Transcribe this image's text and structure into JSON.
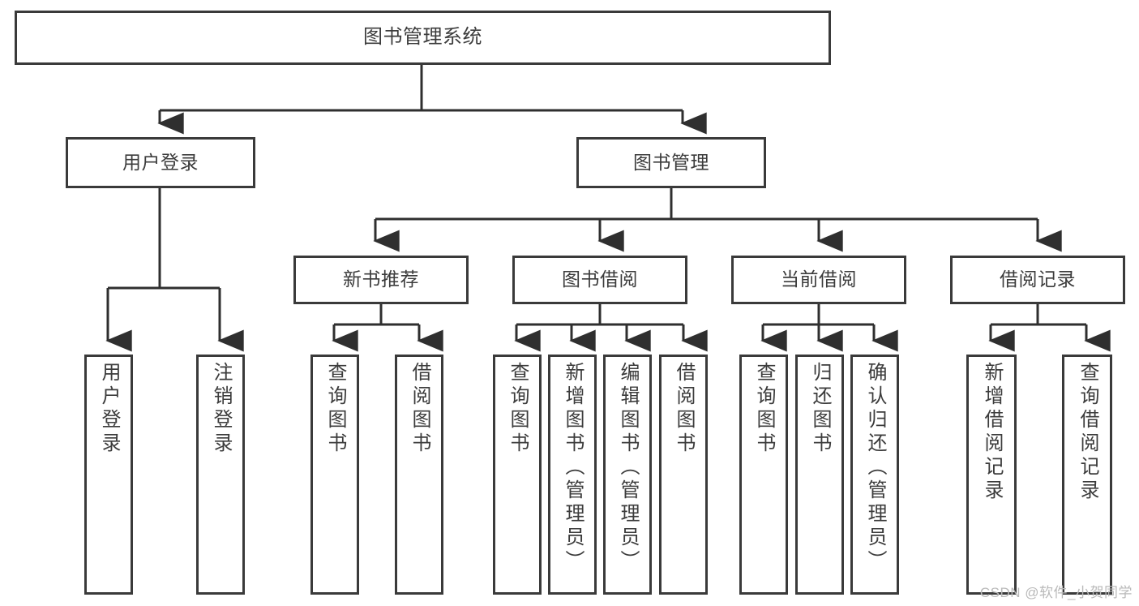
{
  "diagram": {
    "type": "tree",
    "title": "图书管理系统",
    "style": {
      "box_border_color": "#3a3a3a",
      "box_fill": "#ffffff",
      "text_color": "#3c3c3c",
      "connector_color": "#2f2f2f",
      "background": "#ffffff"
    },
    "nodes": {
      "root": {
        "label": "图书管理系统",
        "level": 0
      },
      "n1": {
        "label": "用户登录",
        "level": 1
      },
      "n2": {
        "label": "图书管理",
        "level": 1
      },
      "n3": {
        "label": "新书推荐",
        "level": 2
      },
      "n4": {
        "label": "图书借阅",
        "level": 2
      },
      "n5": {
        "label": "当前借阅",
        "level": 2
      },
      "n6": {
        "label": "借阅记录",
        "level": 2
      },
      "l1": {
        "label": "用户登录",
        "level": 3,
        "parent": "用户登录"
      },
      "l2": {
        "label": "注销登录",
        "level": 3,
        "parent": "用户登录"
      },
      "l3": {
        "label": "查询图书",
        "level": 3,
        "parent": "新书推荐"
      },
      "l4": {
        "label": "借阅图书",
        "level": 3,
        "parent": "新书推荐"
      },
      "l5": {
        "label": "查询图书",
        "level": 3,
        "parent": "图书借阅"
      },
      "l6": {
        "label": "新增图书（管理员）",
        "level": 3,
        "parent": "图书借阅"
      },
      "l7": {
        "label": "编辑图书（管理员）",
        "level": 3,
        "parent": "图书借阅"
      },
      "l8": {
        "label": "借阅图书",
        "level": 3,
        "parent": "图书借阅"
      },
      "l9": {
        "label": "查询图书",
        "level": 3,
        "parent": "当前借阅"
      },
      "l10": {
        "label": "归还图书",
        "level": 3,
        "parent": "当前借阅"
      },
      "l11": {
        "label": "确认归还（管理员）",
        "level": 3,
        "parent": "当前借阅"
      },
      "l12": {
        "label": "新增借阅记录",
        "level": 3,
        "parent": "借阅记录"
      },
      "l13": {
        "label": "查询借阅记录",
        "level": 3,
        "parent": "借阅记录"
      }
    }
  },
  "watermark": {
    "text": "CSDN @软件_小贺同学"
  }
}
